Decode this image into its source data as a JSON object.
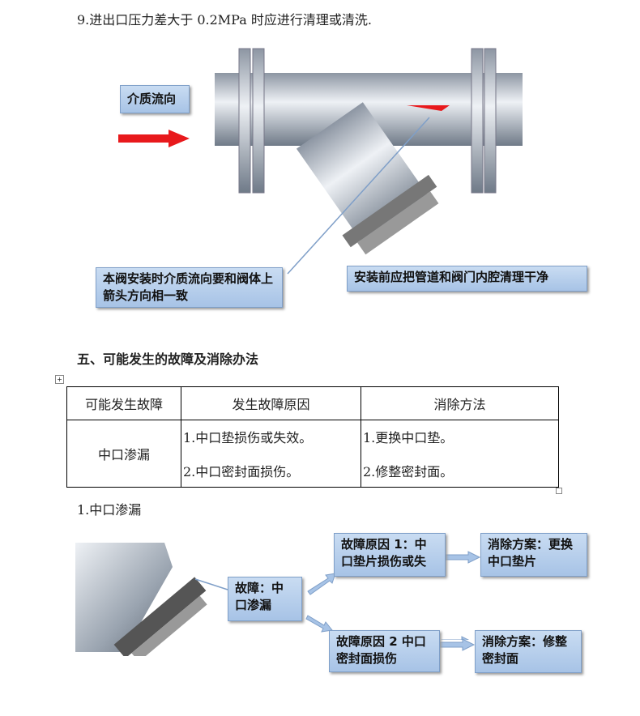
{
  "intro_line": "9.进出口压力差大于 0.2MPa 时应进行清理或清洗.",
  "diagram1": {
    "flow_label": "介质流向",
    "install_note": "本阀安装时介质流向要和阀体上箭头方向相一致",
    "clean_note": "安装前应把管道和阀门内腔清理干净",
    "colors": {
      "arrow": "#e8191c",
      "box": "#b8d0ee"
    }
  },
  "section_heading": "五、可能发生的故障及消除办法",
  "table": {
    "headers": [
      "可能发生故障",
      "发生故障原因",
      "消除方法"
    ],
    "rows": [
      {
        "fault": "中口渗漏",
        "causes": [
          "1.中口垫损伤或失效。",
          "2.中口密封面损伤。"
        ],
        "fixes": [
          "1.更换中口垫。",
          "2.修整密封面。"
        ]
      }
    ]
  },
  "sub_heading": "1.中口渗漏",
  "diagram2": {
    "fault": "故障：中口渗漏",
    "cause1": "故障原因 1：中口垫片损伤或失",
    "fix1": "消除方案：更换中口垫片",
    "cause2": "故障原因 2 中口密封面损伤",
    "fix2": "消除方案：修整密封面"
  }
}
